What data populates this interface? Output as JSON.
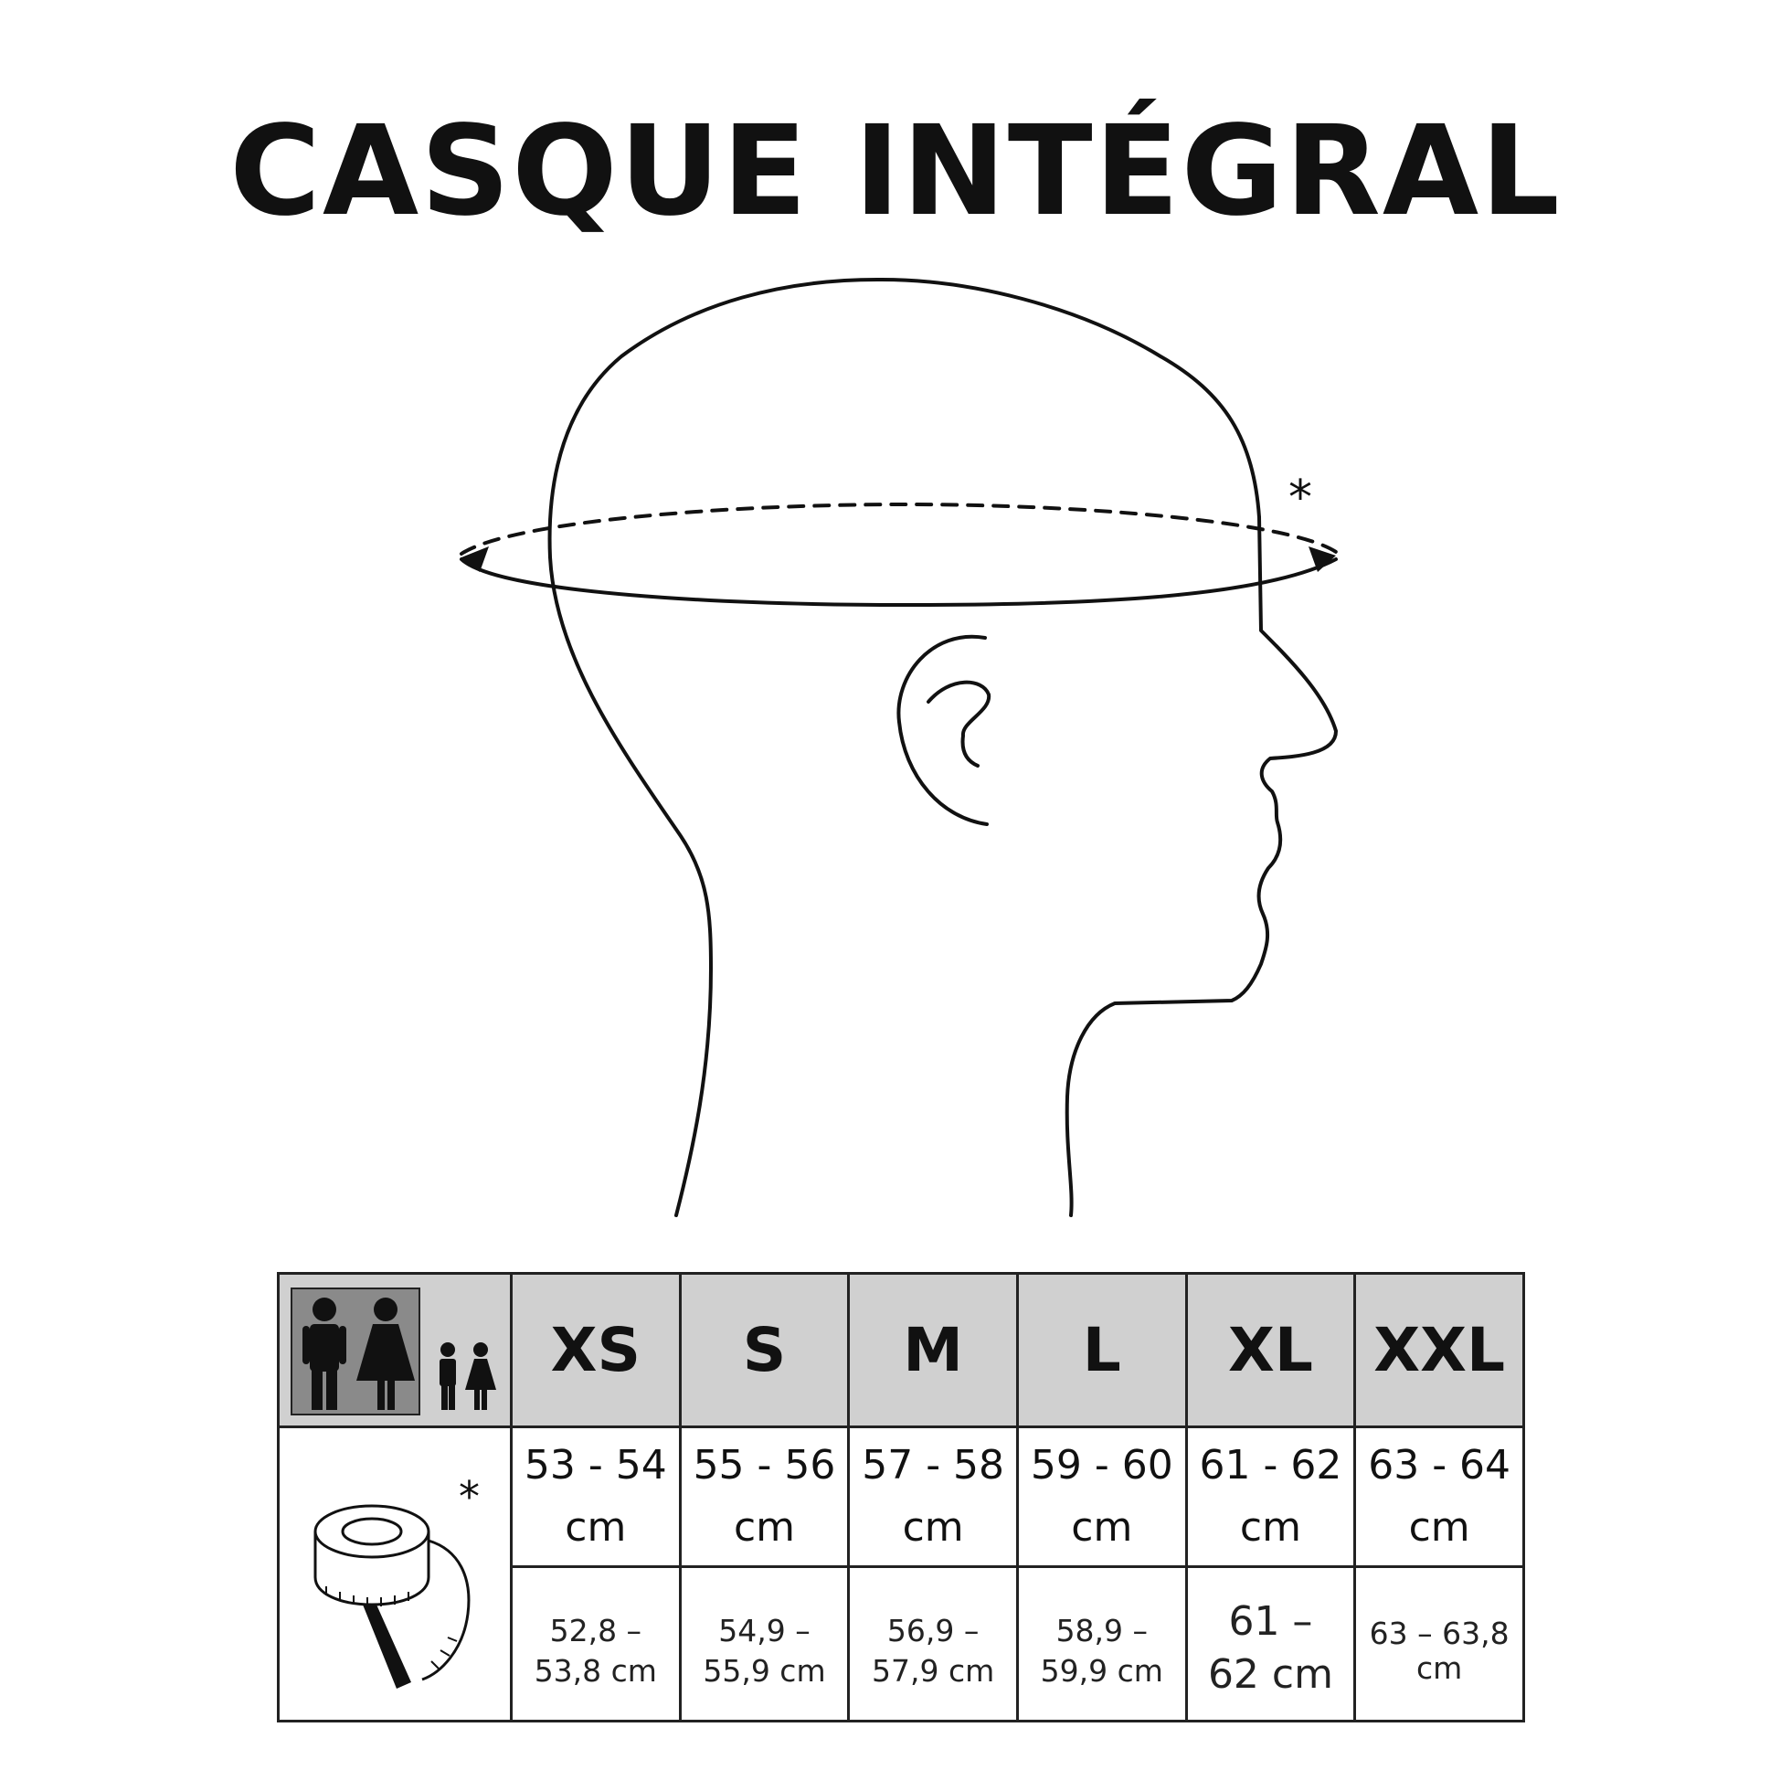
{
  "title": "CASQUE INTÉGRAL",
  "diagram": {
    "measure_marker": "*",
    "icons": [
      "head-profile-illustration",
      "circumference-arrow-icon",
      "adult-man-icon",
      "adult-woman-icon",
      "child-boy-icon",
      "child-girl-icon",
      "measuring-tape-icon"
    ]
  },
  "table": {
    "tape_marker": "*",
    "sizes": [
      {
        "label": "XS",
        "range_a": "53 - 54",
        "range_b": "cm",
        "exact_a": "52,8 –",
        "exact_b": "53,8 cm"
      },
      {
        "label": "S",
        "range_a": "55 - 56",
        "range_b": "cm",
        "exact_a": "54,9 –",
        "exact_b": "55,9 cm"
      },
      {
        "label": "M",
        "range_a": "57 - 58",
        "range_b": "cm",
        "exact_a": "56,9 –",
        "exact_b": "57,9 cm"
      },
      {
        "label": "L",
        "range_a": "59 - 60",
        "range_b": "cm",
        "exact_a": "58,9 –",
        "exact_b": "59,9 cm"
      },
      {
        "label": "XL",
        "range_a": "61 - 62",
        "range_b": "cm",
        "exact_a": "61 –",
        "exact_b": "62 cm"
      },
      {
        "label": "XXL",
        "range_a": "63 - 64",
        "range_b": "cm",
        "exact_a": "63 – 63,8",
        "exact_b": "cm"
      }
    ]
  },
  "colors": {
    "line": "#111111",
    "header_bg": "#d0d0d0",
    "icon_bg": "#8a8a8a"
  }
}
